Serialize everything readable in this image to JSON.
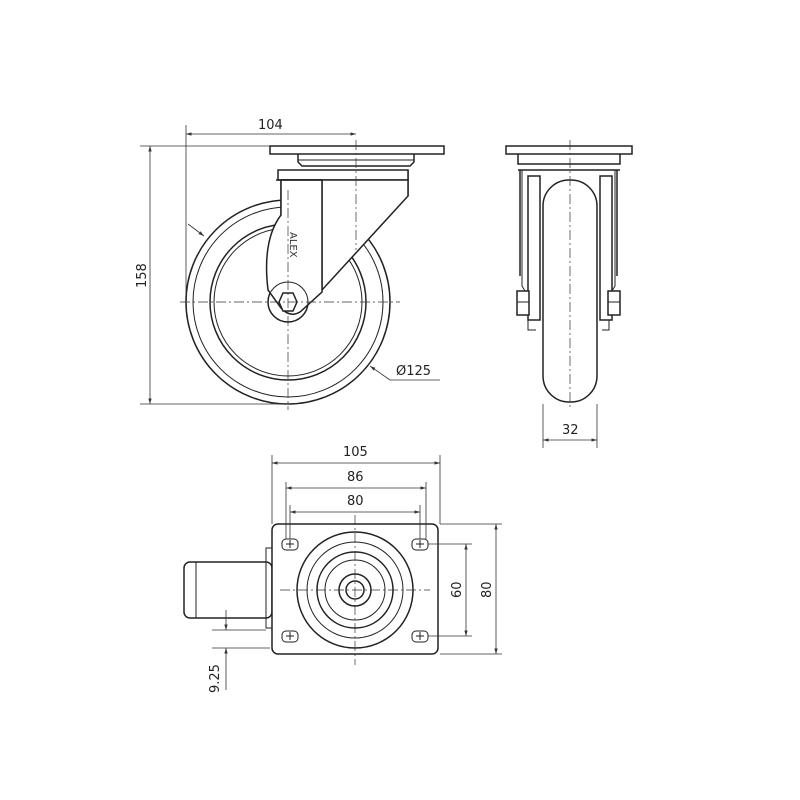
{
  "dimensions": {
    "side_width": "104",
    "side_height": "158",
    "wheel_diameter": "Ø125",
    "front_width": "32",
    "plate_width": "105",
    "hole_span_outer": "86",
    "hole_span_inner": "80",
    "plate_depth_inner": "60",
    "plate_depth_outer": "80",
    "offset": "9.25"
  },
  "brand_logo": "ALEX"
}
